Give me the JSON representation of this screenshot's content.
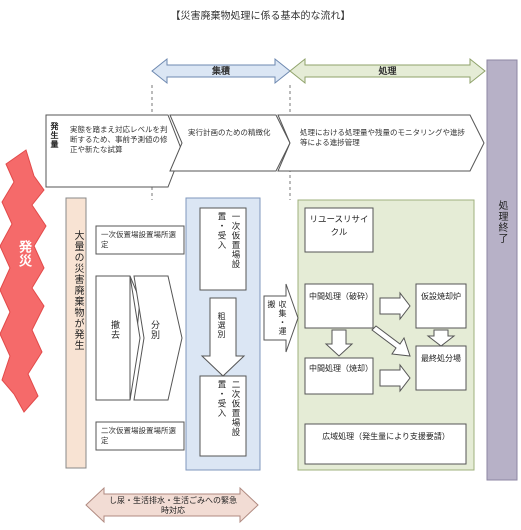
{
  "title": "【災害廃棄物処理に係る基本的な流れ】",
  "phases": {
    "collection": "集積",
    "treatment": "処理",
    "end": "処理終了"
  },
  "disaster": "発災",
  "generation_amount": {
    "label": "発生量",
    "text": "実態を踏まえ対応レベルを判断するため、事前予測値の修正や新たな試算"
  },
  "plan_text": "実行計画のための精緻化",
  "monitor_text": "処理における処理量や残量のモニタリングや進捗等による進捗管理",
  "mass_waste": "大量の災害廃棄物が発生",
  "first_site_selection": "一次仮置場設置場所選定",
  "second_site_selection": "二次仮置場設置場所選定",
  "removal": "撤去",
  "sorting": "分別",
  "first_site": "一次仮置場設置・受入",
  "rough_sorting": "粗選別",
  "second_site": "二次仮置場設置・受入",
  "collection_transport": "収集・運搬",
  "reuse_recycle": "リユースリサイクル",
  "intermediate_crushing": "中間処理（破砕）",
  "temp_incinerator": "仮設焼却炉",
  "intermediate_incineration": "中間処理（焼却）",
  "final_disposal": "最終処分場",
  "wide_area": "広域処理（発生量により支援要請）",
  "emergency": "し尿・生活排水・生活ごみへの緊急時対応"
}
